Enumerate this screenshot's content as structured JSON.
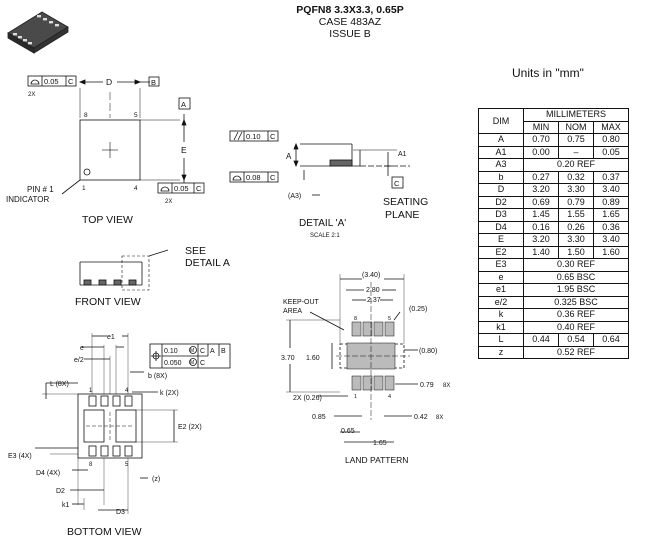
{
  "header": {
    "line1": "PQFN8 3.3X3.3, 0.65P",
    "line2": "CASE 483AZ",
    "line3": "ISSUE B"
  },
  "units": "Units in \"mm\"",
  "views": {
    "top": "TOP VIEW",
    "front": "FRONT VIEW",
    "bottom": "BOTTOM VIEW",
    "detail": "DETAIL 'A'",
    "detail_scale": "SCALE 2:1",
    "land": "LAND PATTERN",
    "see_detail_1": "SEE",
    "see_detail_2": "DETAIL A",
    "seating_1": "SEATING",
    "seating_2": "PLANE",
    "pin1_1": "PIN # 1",
    "pin1_2": "INDICATOR",
    "keepout_1": "KEEP-OUT",
    "keepout_2": "AREA"
  },
  "labels": {
    "fcf_005": "0.05",
    "fcf_010": "0.10",
    "fcf_008": "0.08",
    "fcf_0050": "0.050",
    "C": "C",
    "A": "A",
    "B": "B",
    "D": "D",
    "E": "E",
    "2X": "2X",
    "M": "M",
    "A1": "A1",
    "A3": "(A3)",
    "pin8": "8",
    "pin5": "5",
    "pin1": "1",
    "pin4": "4",
    "e1": "e1",
    "e": "e",
    "e2": "e/2",
    "b8": "b (8X)",
    "L8": "L (8X)",
    "k2": "k (2X)",
    "E2_2": "E2 (2X)",
    "E3_4": "E3 (4X)",
    "D4_4": "D4 (4X)",
    "D2": "D2",
    "k1": "k1",
    "D3": "D3",
    "z": "(z)",
    "lp_340": "(3.40)",
    "lp_280": "2.80",
    "lp_237": "2.37",
    "lp_025": "(0.25)",
    "lp_370": "3.70",
    "lp_160": "1.60",
    "lp_080": "(0.80)",
    "lp_079": "0.79",
    "lp_8x": "8X",
    "lp_026": "2X (0.26)",
    "lp_085": "0.85",
    "lp_042": "0.42",
    "lp_065": "0.65",
    "lp_165": "1.65"
  },
  "table": {
    "dim_header": "DIM",
    "mm_header": "MILLIMETERS",
    "sub": [
      "MIN",
      "NOM",
      "MAX"
    ],
    "rows": [
      {
        "dim": "A",
        "min": "0.70",
        "nom": "0.75",
        "max": "0.80"
      },
      {
        "dim": "A1",
        "min": "0.00",
        "nom": "–",
        "max": "0.05"
      },
      {
        "dim": "A3",
        "ref": "0.20 REF"
      },
      {
        "dim": "b",
        "min": "0.27",
        "nom": "0.32",
        "max": "0.37"
      },
      {
        "dim": "D",
        "min": "3.20",
        "nom": "3.30",
        "max": "3.40"
      },
      {
        "dim": "D2",
        "min": "0.69",
        "nom": "0.79",
        "max": "0.89"
      },
      {
        "dim": "D3",
        "min": "1.45",
        "nom": "1.55",
        "max": "1.65"
      },
      {
        "dim": "D4",
        "min": "0.16",
        "nom": "0.26",
        "max": "0.36"
      },
      {
        "dim": "E",
        "min": "3.20",
        "nom": "3.30",
        "max": "3.40"
      },
      {
        "dim": "E2",
        "min": "1.40",
        "nom": "1.50",
        "max": "1.60"
      },
      {
        "dim": "E3",
        "ref": "0.30 REF"
      },
      {
        "dim": "e",
        "ref": "0.65 BSC"
      },
      {
        "dim": "e1",
        "ref": "1.95 BSC"
      },
      {
        "dim": "e/2",
        "ref": "0.325 BSC"
      },
      {
        "dim": "k",
        "ref": "0.36 REF"
      },
      {
        "dim": "k1",
        "ref": "0.40 REF"
      },
      {
        "dim": "L",
        "min": "0.44",
        "nom": "0.54",
        "max": "0.64"
      },
      {
        "dim": "z",
        "ref": "0.52 REF"
      }
    ]
  }
}
